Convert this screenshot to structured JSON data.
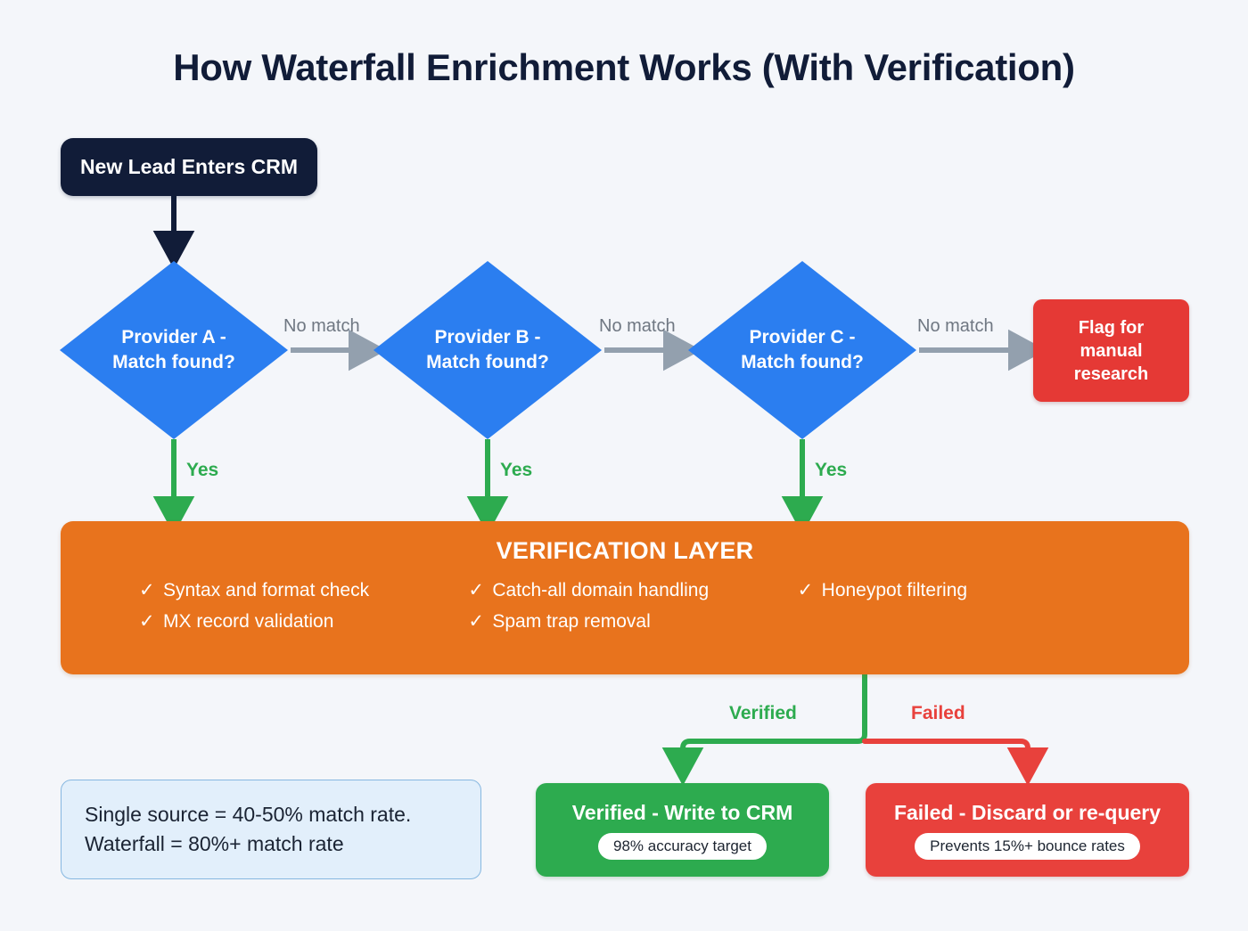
{
  "title": "How Waterfall Enrichment Works (With Verification)",
  "colors": {
    "background": "#f4f6fa",
    "title": "#111c38",
    "start_node": "#111c38",
    "decision": "#2b7ef0",
    "verification": "#e8731d",
    "success": "#2dab4f",
    "danger": "#e8413c",
    "flag": "#e53935",
    "neutral_edge": "#93a0ae",
    "note_fill": "#e2effb",
    "note_border": "#86b7e0"
  },
  "start_node": {
    "label": "New Lead Enters CRM"
  },
  "decisions": [
    {
      "id": "provider-a",
      "line1": "Provider A -",
      "line2": "Match found?",
      "no_label": "No match",
      "yes_label": "Yes"
    },
    {
      "id": "provider-b",
      "line1": "Provider B -",
      "line2": "Match found?",
      "no_label": "No match",
      "yes_label": "Yes"
    },
    {
      "id": "provider-c",
      "line1": "Provider C -",
      "line2": "Match found?",
      "no_label": "No match",
      "yes_label": "Yes"
    }
  ],
  "flag_node": {
    "line1": "Flag for",
    "line2": "manual",
    "line3": "research"
  },
  "verification": {
    "title": "VERIFICATION LAYER",
    "check_glyph": "✓",
    "columns": [
      {
        "items": [
          "Syntax and format check",
          "MX record validation"
        ]
      },
      {
        "items": [
          "Catch-all domain handling",
          "Spam trap removal"
        ]
      },
      {
        "items": [
          "Honeypot filtering"
        ]
      }
    ]
  },
  "branches": {
    "verified_label": "Verified",
    "failed_label": "Failed"
  },
  "outcomes": [
    {
      "id": "verified",
      "title": "Verified - Write to CRM",
      "pill": "98% accuracy target"
    },
    {
      "id": "failed",
      "title": "Failed - Discard or re-query",
      "pill": "Prevents 15%+ bounce rates"
    }
  ],
  "note": {
    "line1": "Single source = 40-50% match rate.",
    "line2": "Waterfall = 80%+ match rate"
  }
}
